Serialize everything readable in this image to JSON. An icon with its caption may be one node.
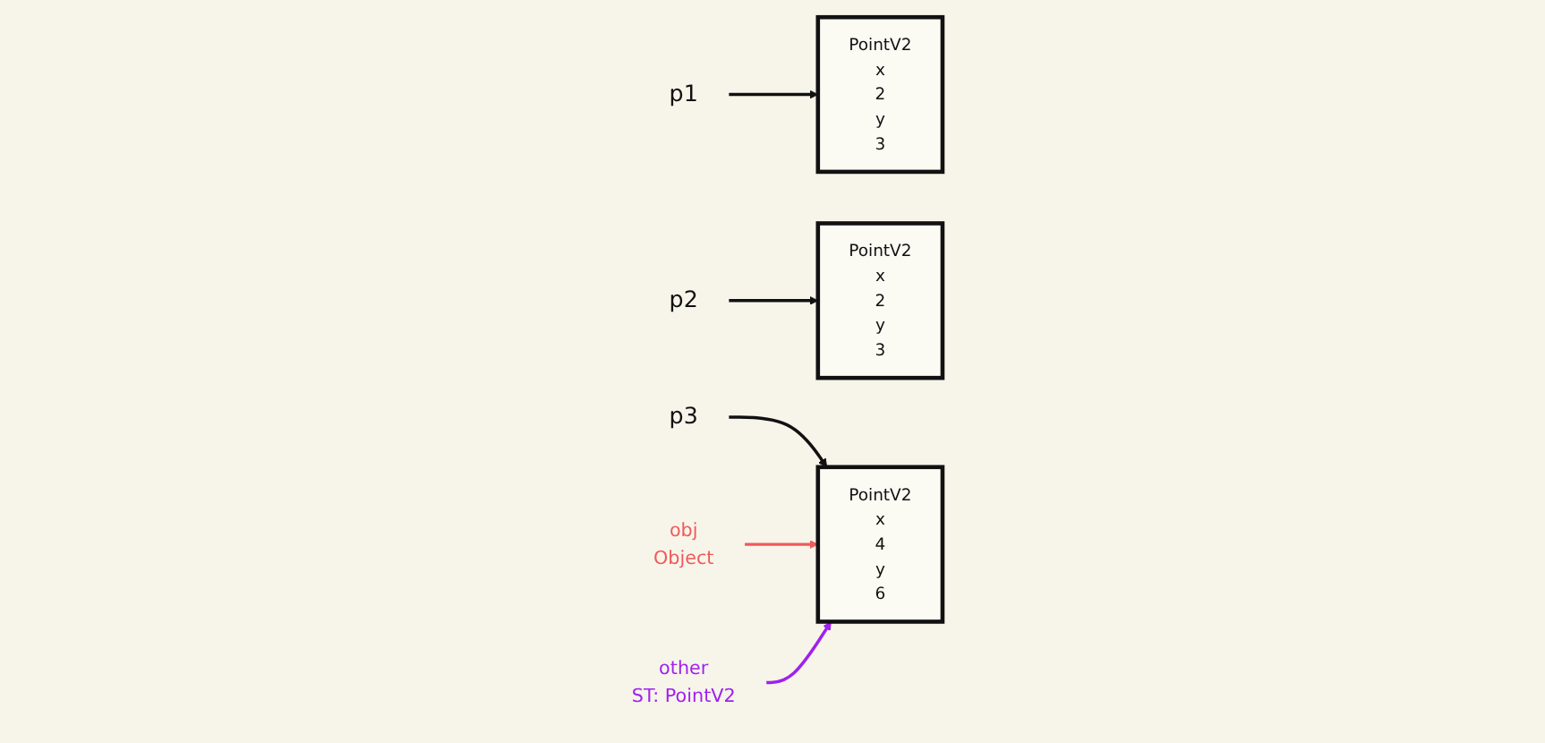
{
  "diagram": {
    "nodes": [
      {
        "text": [
          "p1"
        ]
      },
      {
        "text": [
          "PointV2",
          "x",
          "2",
          "y",
          "3"
        ]
      },
      {
        "text": [
          "p2"
        ]
      },
      {
        "text": [
          "PointV2",
          "x",
          "2",
          "y",
          "3"
        ]
      },
      {
        "text": [
          "p3"
        ]
      },
      {
        "text": [
          "PointV2",
          "x",
          "4",
          "y",
          "6"
        ]
      },
      {
        "text": [
          "obj"
        ],
        "beside": [
          "Object"
        ]
      },
      {
        "text": [
          "other"
        ],
        "beside": [
          "ST: PointV2"
        ]
      }
    ],
    "edges": [
      {
        "from": 0,
        "to": 1,
        "arrow": "to"
      },
      {
        "from": 2,
        "to": 3,
        "arrow": "to"
      },
      {
        "from": 4,
        "to": 5,
        "arrow": "to"
      },
      {
        "from": 6,
        "to": 5,
        "arrow": "to",
        "color": "#f05a5a"
      },
      {
        "from": 7,
        "to": 5,
        "arrow": "to",
        "color": "#a020f0"
      }
    ]
  }
}
